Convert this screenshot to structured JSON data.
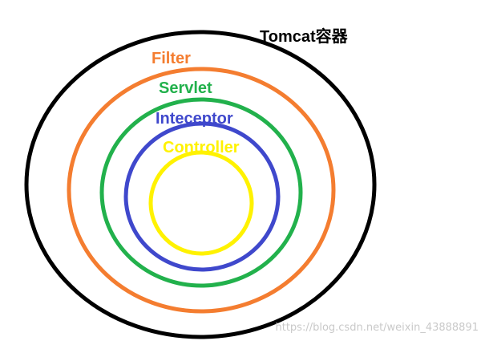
{
  "diagram": {
    "layers": [
      {
        "key": "container",
        "label": "Tomcat容器",
        "color": "#000000"
      },
      {
        "key": "filter",
        "label": "Filter",
        "color": "#f47d30"
      },
      {
        "key": "servlet",
        "label": "Servlet",
        "color": "#22b14c"
      },
      {
        "key": "interceptor",
        "label": "Inteceptor",
        "color": "#3f48cc"
      },
      {
        "key": "controller",
        "label": "Controller",
        "color": "#fff200"
      }
    ]
  },
  "watermark": {
    "text": "https://blog.csdn.net/weixin_43888891"
  }
}
